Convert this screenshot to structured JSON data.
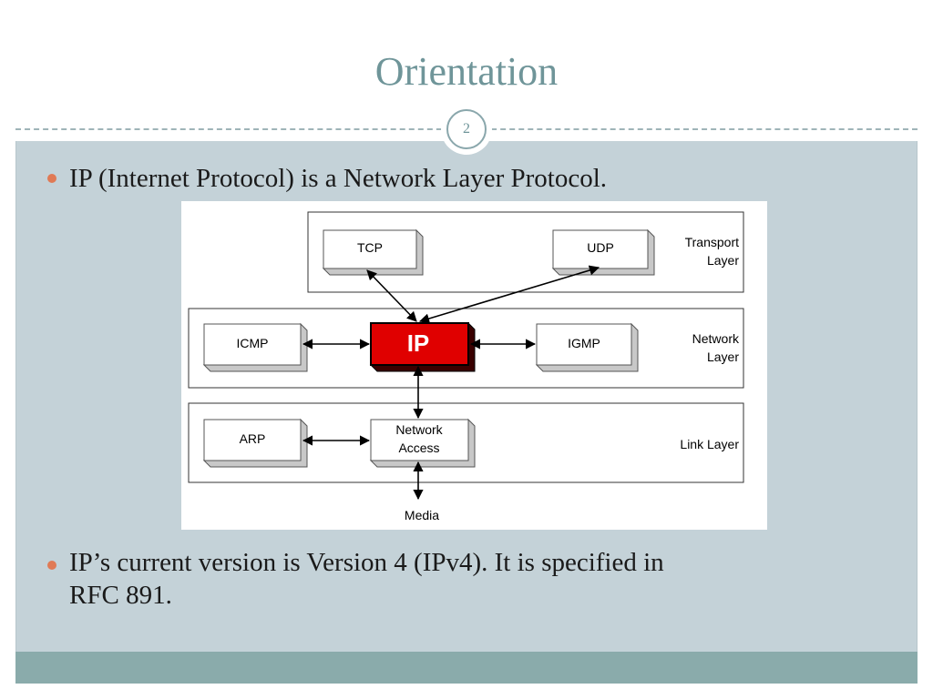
{
  "slide": {
    "title": "Orientation",
    "number": "2"
  },
  "bullets": [
    "IP (Internet Protocol) is a Network Layer Protocol.",
    "IP’s current version is Version 4 (IPv4). It is specified in",
    "RFC 891."
  ],
  "diagram": {
    "nodes": {
      "tcp": "TCP",
      "udp": "UDP",
      "icmp": "ICMP",
      "ip": "IP",
      "igmp": "IGMP",
      "arp": "ARP",
      "network_access_line1": "Network",
      "network_access_line2": "Access",
      "media": "Media"
    },
    "layers": {
      "transport_line1": "Transport",
      "transport_line2": "Layer",
      "network_line1": "Network",
      "network_line2": "Layer",
      "link": "Link Layer"
    },
    "colors": {
      "ip_fill": "#e00000",
      "box_shadow": "#c8c8c8",
      "box_border": "#555555"
    }
  }
}
